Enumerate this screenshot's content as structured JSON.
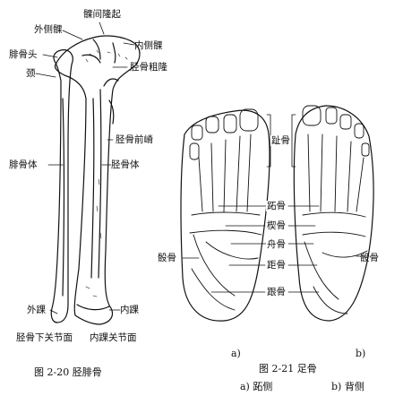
{
  "figure_left": {
    "caption": "图 2-20 胫腓骨",
    "labels": {
      "intercondylar": "髁间隆起",
      "lateral_condyle": "外侧髁",
      "medial_condyle": "内侧髁",
      "fibula_head": "腓骨头",
      "neck": "颈",
      "tibial_tuberosity": "胫骨粗隆",
      "anterior_crest": "胫骨前嵴",
      "fibula_body": "腓骨体",
      "tibia_body": "胫骨体",
      "lateral_malleolus": "外踝",
      "medial_malleolus": "内踝",
      "tibia_inferior_facet": "胫骨下关节面",
      "malleolar_facet": "内踝关节面"
    }
  },
  "figure_right": {
    "caption": "图 2-21   足骨",
    "sub_a": "a)",
    "sub_b": "b)",
    "sub_a_desc": "a) 跖侧",
    "sub_b_desc": "b) 背侧",
    "labels": {
      "phalanges": "趾骨",
      "metatarsals": "跖骨",
      "cuneiforms": "楔骨",
      "navicular": "舟骨",
      "talus": "距骨",
      "calcaneus": "跟骨",
      "tarsal_left": "骰骨",
      "tarsal_right": "骰骨"
    }
  }
}
